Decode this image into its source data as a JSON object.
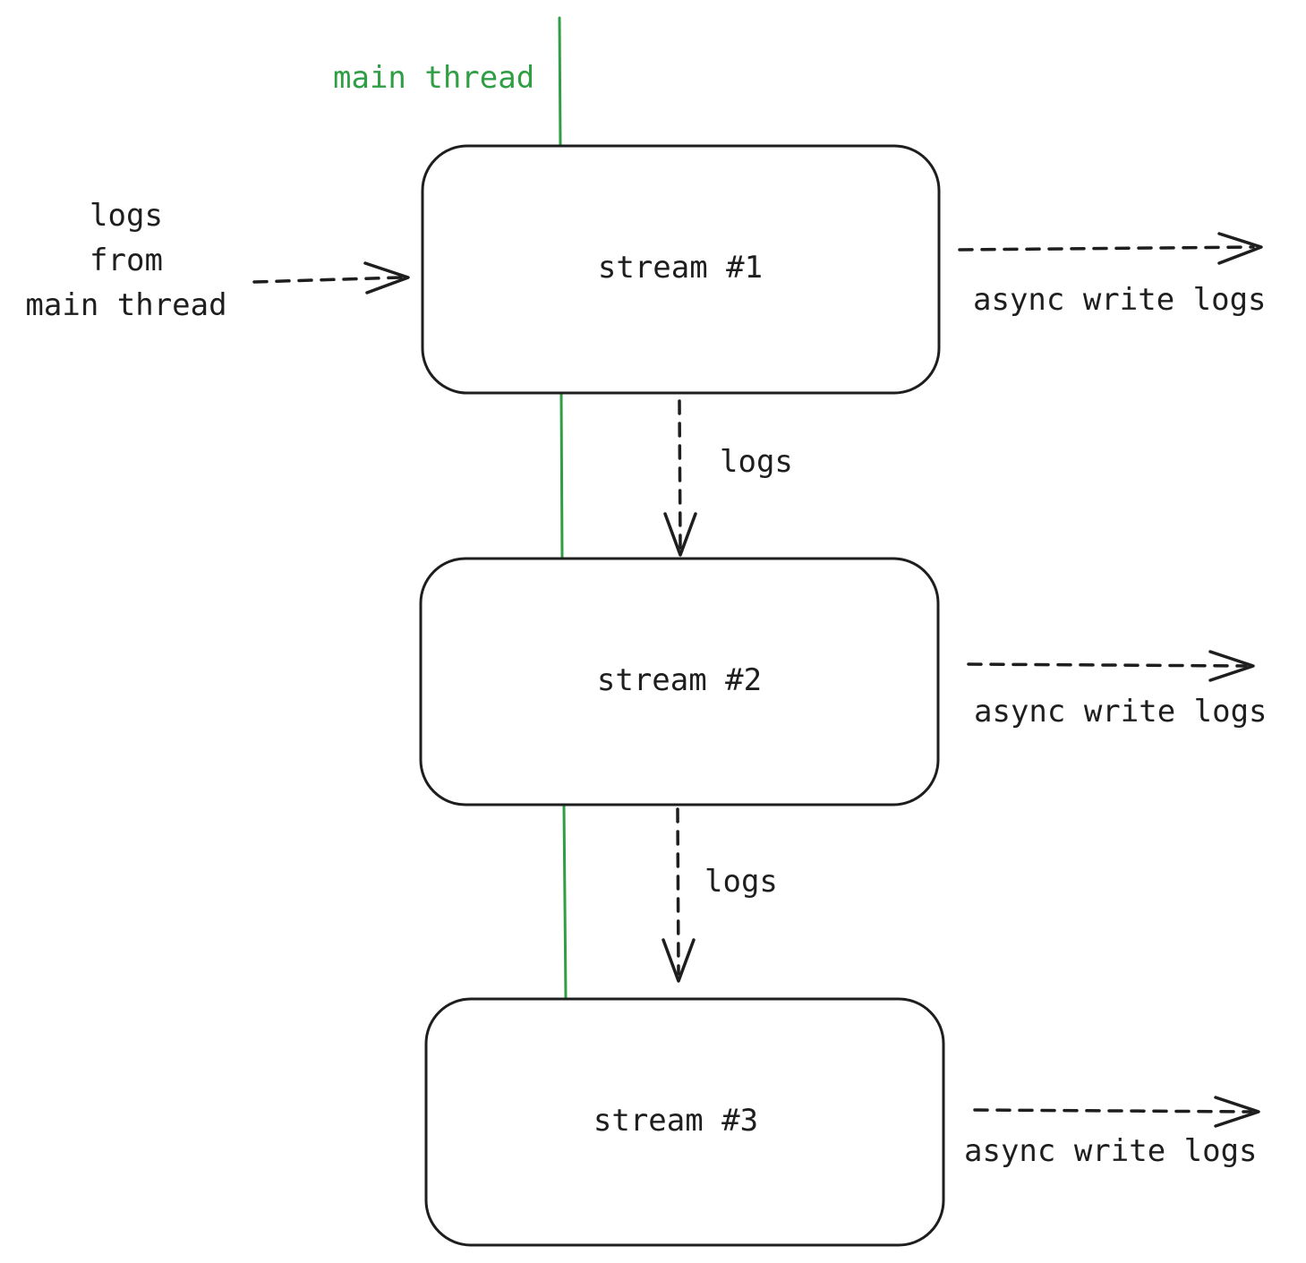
{
  "diagram": {
    "main_thread_label": "main thread",
    "input_label_lines": [
      "logs",
      "from",
      "main thread"
    ],
    "streams": [
      {
        "label": "stream #1",
        "output_label": "async write logs"
      },
      {
        "label": "stream #2",
        "output_label": "async write logs"
      },
      {
        "label": "stream #3",
        "output_label": "async write logs"
      }
    ],
    "handoff_labels": [
      "logs",
      "logs"
    ],
    "colors": {
      "thread_line": "#2f9e44",
      "stroke": "#1e1e1e",
      "background": "#ffffff"
    }
  }
}
